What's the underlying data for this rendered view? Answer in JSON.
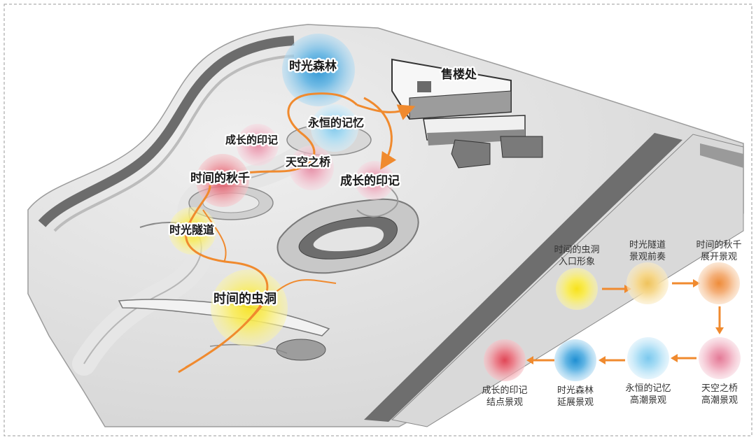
{
  "site_labels": {
    "sales_office": "售楼处",
    "forest": "时光森林",
    "eternal_memory": "永恒的记忆",
    "growth_mark_left": "成长的印记",
    "sky_bridge": "天空之桥",
    "swing": "时间的秋千",
    "growth_mark_right": "成长的印记",
    "tunnel": "时光隧道",
    "wormhole": "时间的虫洞"
  },
  "sequence": [
    {
      "line1": "时间的虫洞",
      "line2": "入口形象",
      "color": "#f6e84a"
    },
    {
      "line1": "时光隧道",
      "line2": "景观前奏",
      "color": "#f5cf7a"
    },
    {
      "line1": "时间的秋千",
      "line2": "展开景观",
      "color": "#f2a35a"
    },
    {
      "line1": "天空之桥",
      "line2": "高潮景观",
      "color": "#ef9db0"
    },
    {
      "line1": "永恒的记忆",
      "line2": "高潮景观",
      "color": "#8fd3f2"
    },
    {
      "line1": "时光森林",
      "line2": "延展景观",
      "color": "#3aa6dc"
    },
    {
      "line1": "成长的印记",
      "line2": "结点景观",
      "color": "#e8606e"
    }
  ],
  "colors": {
    "arrow": "#f08a2e",
    "frame": "#9a9a9a"
  }
}
